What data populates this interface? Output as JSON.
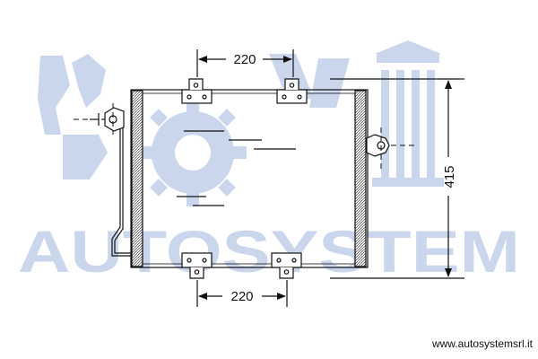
{
  "dimensions": {
    "top_spacing": "220",
    "bottom_spacing": "220",
    "height": "415"
  },
  "watermark": {
    "brand_text": "AUTOSYSTEM",
    "website": "www.autosystemsrl.it"
  },
  "colors": {
    "line": "#111111",
    "watermark": "#c9d6ec",
    "core_hatch": "#555555"
  },
  "icons": {
    "mounting_bracket": "tab-bracket",
    "connector": "pipe-fitting"
  }
}
